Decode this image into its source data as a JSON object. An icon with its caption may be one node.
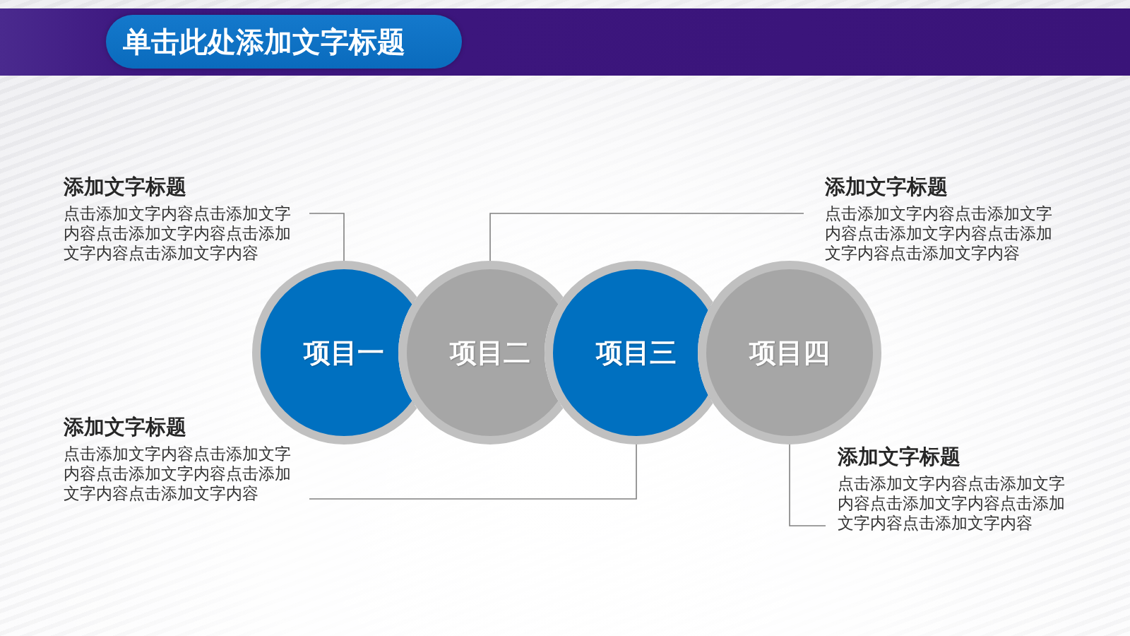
{
  "diagram": {
    "title": "单击此处添加文字标题",
    "nodes": [
      {
        "text": [
          "添加文字标题",
          "点击添加文字内容点击添加文字内容点击添加文字内容点击添加文字内容点击添加文字内容"
        ]
      },
      {
        "text": [
          "添加文字标题",
          "点击添加文字内容点击添加文字内容点击添加文字内容点击添加文字内容点击添加文字内容"
        ]
      },
      {
        "text": [
          "项目一"
        ]
      },
      {
        "text": [
          "项目二"
        ]
      },
      {
        "text": [
          "项目三"
        ]
      },
      {
        "text": [
          "项目四"
        ]
      },
      {
        "text": [
          "添加文字标题",
          "点击添加文字内容点击添加文字内容点击添加文字内容点击添加文字内容点击添加文字内容"
        ]
      },
      {
        "text": [
          "添加文字标题",
          "点击添加文字内容点击添加文字内容点击添加文字内容点击添加文字内容点击添加文字内容"
        ]
      }
    ],
    "edges": [
      {
        "from": 0,
        "to": 2,
        "arrow": "none"
      },
      {
        "from": 1,
        "to": 3,
        "arrow": "none"
      },
      {
        "from": 6,
        "to": 4,
        "arrow": "none"
      },
      {
        "from": 7,
        "to": 5,
        "arrow": "none"
      }
    ]
  }
}
